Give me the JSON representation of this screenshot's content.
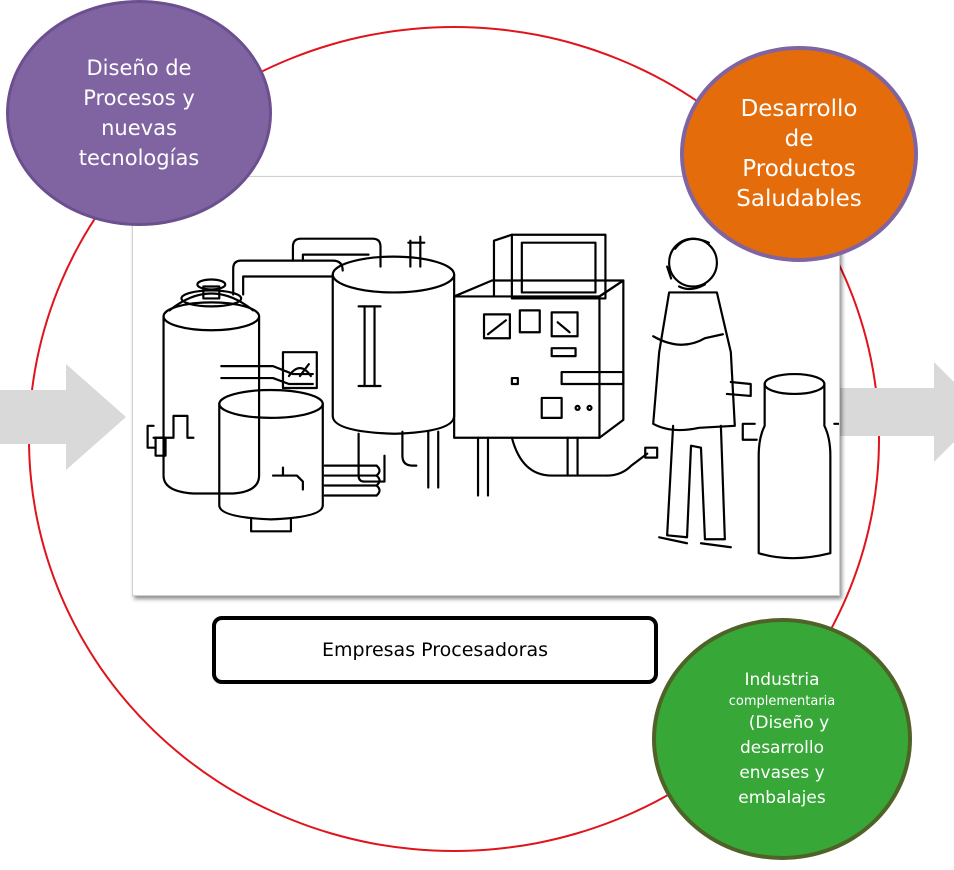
{
  "bubbles": {
    "design": [
      "Diseño de",
      "Procesos y",
      "nuevas",
      "tecnologías"
    ],
    "health": [
      "Desarrollo",
      "de",
      "Productos",
      "Saludables"
    ],
    "packaging": [
      "Industria",
      "complementaria",
      "(Diseño y",
      "desarrollo",
      "envases y",
      "embalajes"
    ]
  },
  "center_label": "Empresas Procesadoras",
  "illustration": "factory-equipment-with-technician",
  "colors": {
    "circle_outline": "#e0141c",
    "design_bubble": "#8064a2",
    "health_bubble": "#e46c0a",
    "packaging_bubble": "#37a738",
    "arrows": "#d9d9d9"
  }
}
